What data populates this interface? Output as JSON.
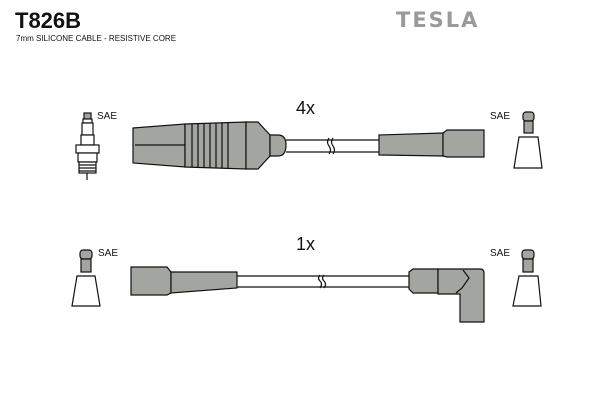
{
  "header": {
    "part_number": "T826B",
    "description": "7mm SILICONE CABLE - RESISTIVE CORE",
    "brand": "TESLA"
  },
  "colors": {
    "component_fill": "#a3a6a0",
    "outline": "#111111",
    "brand_gray": "#9a9a9a"
  },
  "leads": [
    {
      "quantity": "4x",
      "left_end": {
        "connector": "SAE",
        "icon": "spark-plug-icon"
      },
      "right_end": {
        "connector": "SAE",
        "icon": "terminal-cap-icon"
      },
      "left_boot": "straight-boot-long",
      "right_boot": "straight-boot"
    },
    {
      "quantity": "1x",
      "left_end": {
        "connector": "SAE",
        "icon": "terminal-cap-icon"
      },
      "right_end": {
        "connector": "SAE",
        "icon": "terminal-cap-icon"
      },
      "left_boot": "straight-boot",
      "right_boot": "angled-boot-90"
    }
  ]
}
